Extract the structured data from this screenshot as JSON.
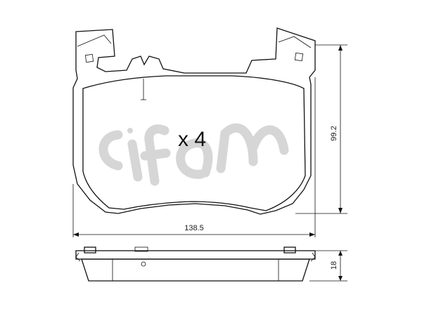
{
  "drawing": {
    "quantity_label": "x 4",
    "dimensions": {
      "width": "138.5",
      "height": "99.2",
      "thickness": "18"
    },
    "watermark": "cifam",
    "colors": {
      "pad_fill": "#b9b9b9",
      "backing_plate_fill": "#e6e6e6",
      "line": "#111111",
      "watermark": "#cfcfcf"
    }
  }
}
